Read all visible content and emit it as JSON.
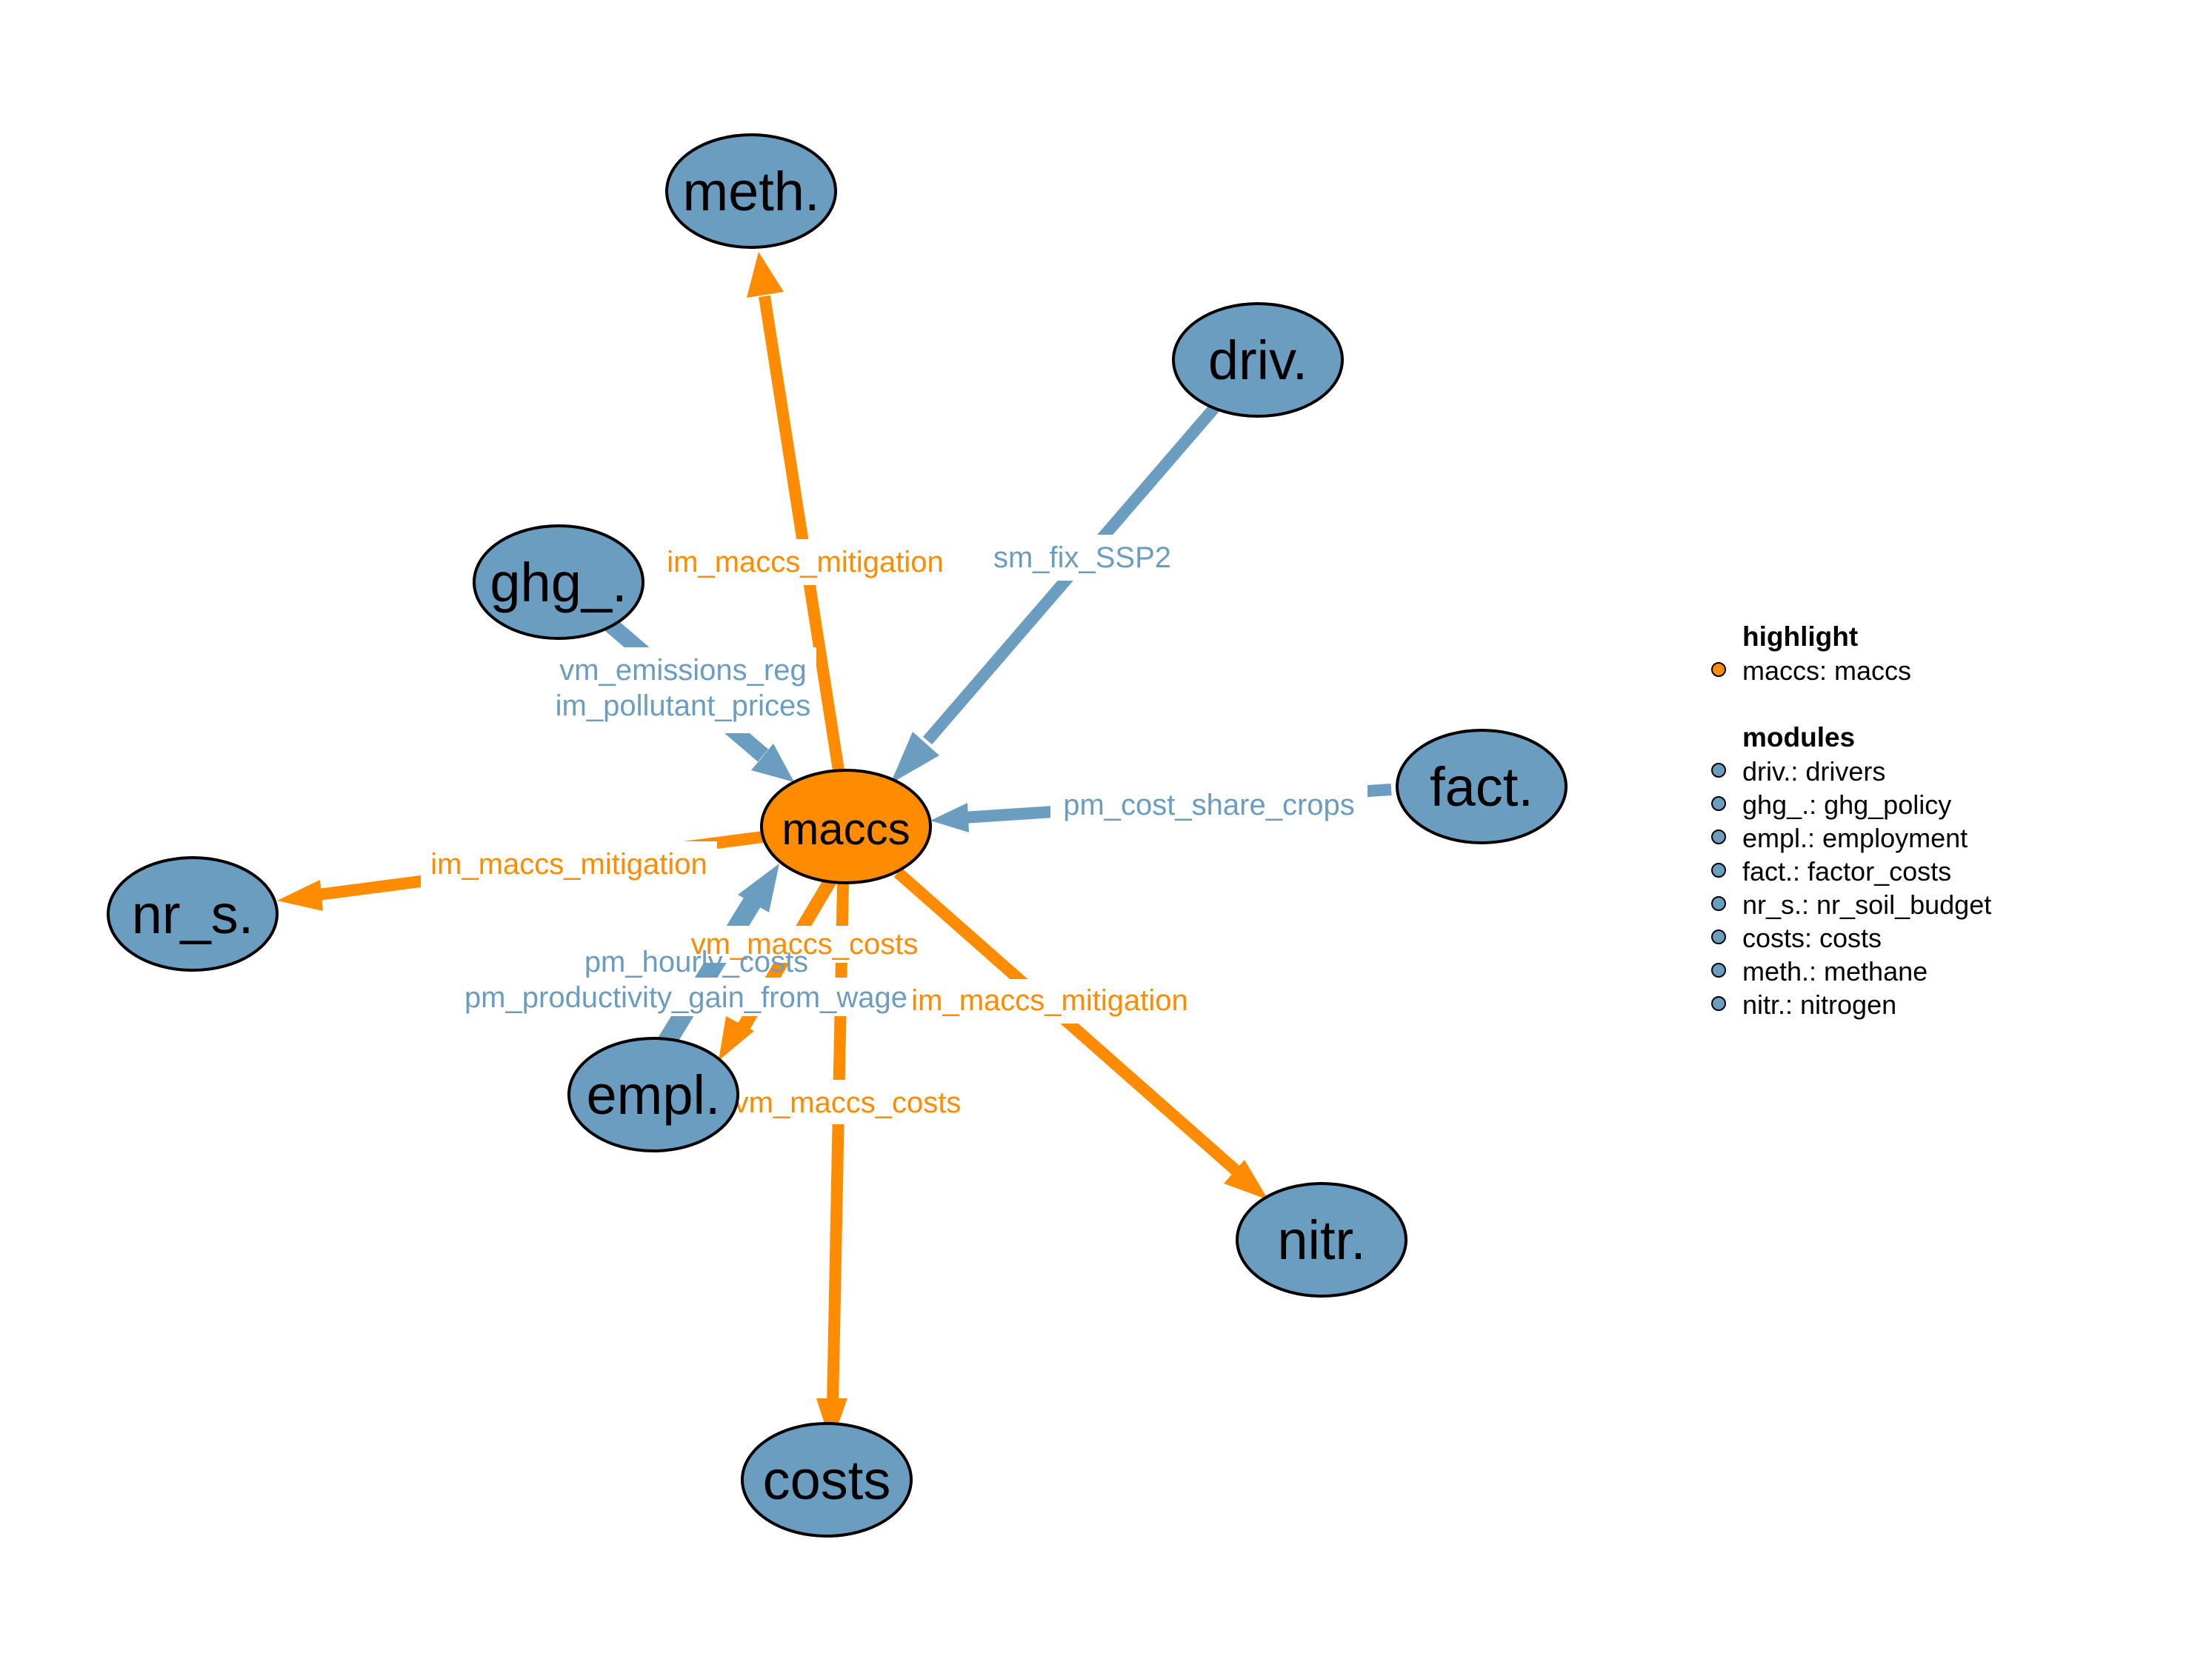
{
  "colors": {
    "module": "#6b9dc1",
    "highlight": "#ff8c00",
    "outline": "#000000",
    "label_background": "#ffffff"
  },
  "nodes": {
    "maccs": "maccs",
    "meth": "meth.",
    "driv": "driv.",
    "ghg": "ghg_.",
    "fact": "fact.",
    "nr_s": "nr_s.",
    "empl": "empl.",
    "nitr": "nitr.",
    "costs": "costs"
  },
  "edges": {
    "maccs_meth": "im_maccs_mitigation",
    "driv_maccs": "sm_fix_SSP2",
    "ghg_maccs_1": "vm_emissions_reg",
    "ghg_maccs_2": "im_pollutant_prices",
    "fact_maccs": "pm_cost_share_crops",
    "maccs_nr_s": "im_maccs_mitigation",
    "maccs_empl": "vm_maccs_costs",
    "empl_maccs_1": "pm_hourly_costs",
    "empl_maccs_2": "pm_productivity_gain_from_wages",
    "maccs_nitr": "im_maccs_mitigation",
    "maccs_costs": "vm_maccs_costs"
  },
  "legend": {
    "highlight_title": "highlight",
    "highlight_items": [
      "maccs: maccs"
    ],
    "modules_title": "modules",
    "modules_items": [
      "driv.: drivers",
      "ghg_.: ghg_policy",
      "empl.: employment",
      "fact.: factor_costs",
      "nr_s.: nr_soil_budget",
      "costs: costs",
      "meth.: methane",
      "nitr.: nitrogen"
    ]
  }
}
